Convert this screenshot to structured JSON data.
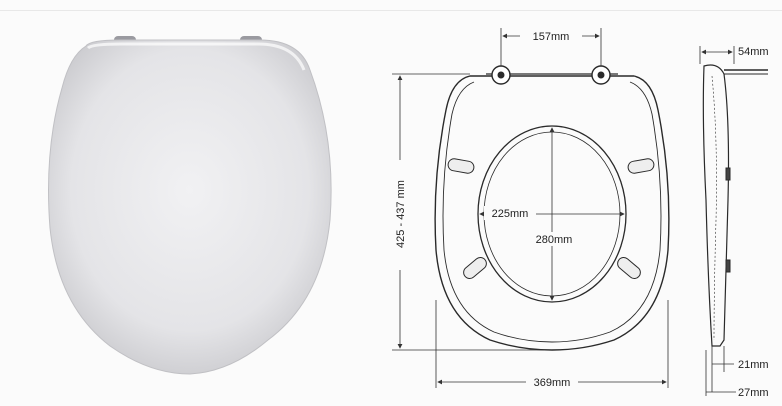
{
  "dimensions": {
    "hinge_spacing": "157mm",
    "depth_top": "54mm",
    "overall_length": "425 - 437 mm",
    "opening_width": "225mm",
    "opening_length": "280mm",
    "overall_width": "369mm",
    "thickness_seat": "21mm",
    "thickness_total": "27mm"
  },
  "colors": {
    "seat_light": "#f2f2f3",
    "seat_shade": "#c9c9cc",
    "line": "#2a2a2a",
    "dim_line": "#333333",
    "background": "#fbfbfb"
  }
}
